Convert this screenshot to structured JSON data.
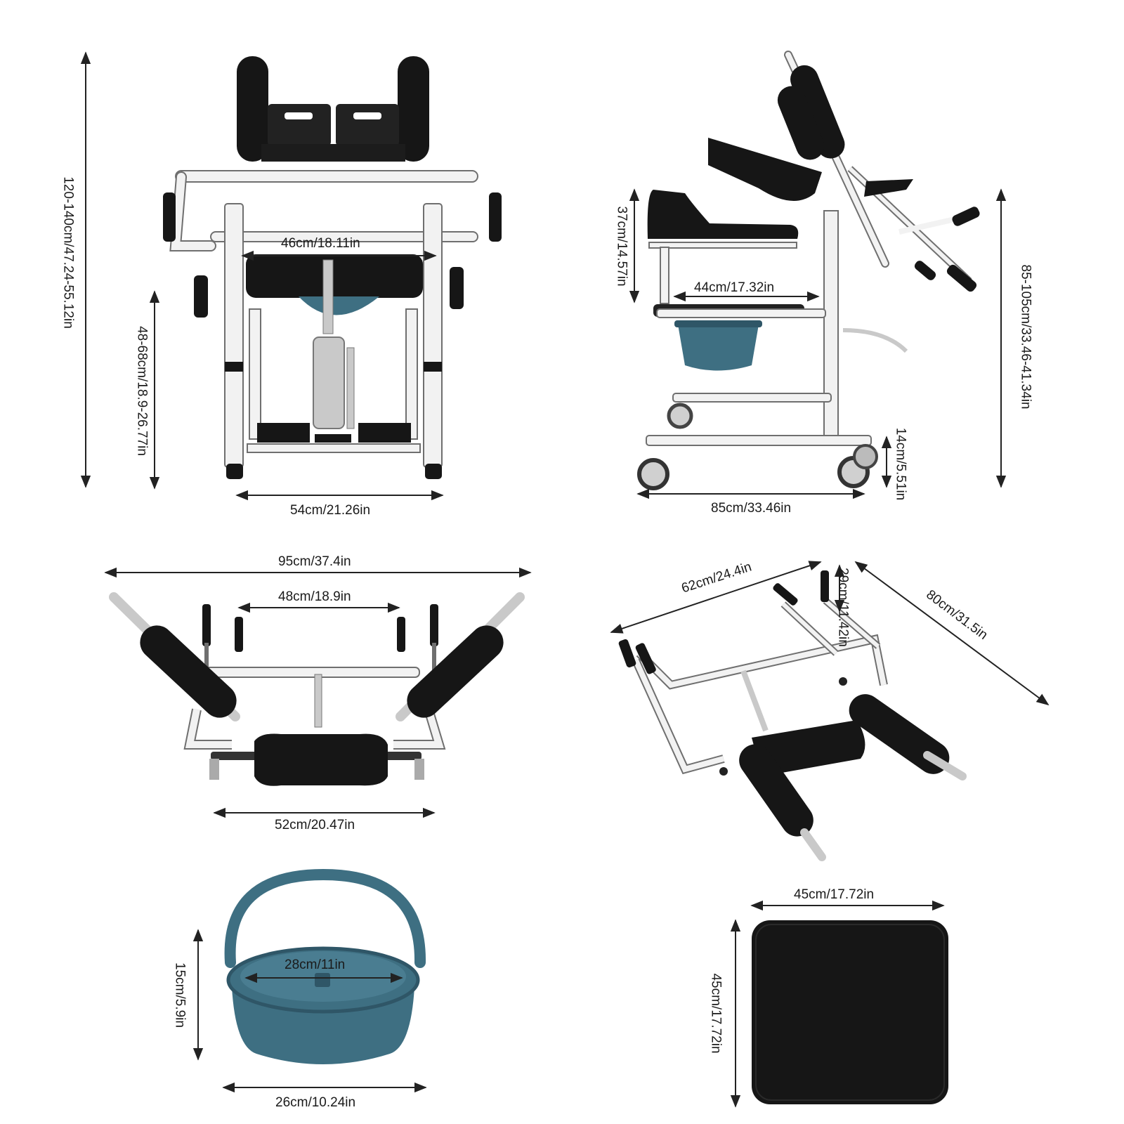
{
  "colors": {
    "frame": "#f2f2f2",
    "frame_edge": "#6f6f6f",
    "foam": "#161616",
    "chrome": "#c9c9c9",
    "bucket": "#3e6f82",
    "bucket_dark": "#2f5667",
    "arrow": "#222222"
  },
  "views": {
    "front": {
      "width_top": "46cm/18.11in",
      "width_base": "54cm/21.26in",
      "height_total": "120-140cm/47.24-55.12in",
      "seat_height": "48-68cm/18.9-26.77in"
    },
    "side": {
      "back_height": "37cm/14.57in",
      "seat_depth": "44cm/17.32in",
      "base_length": "85cm/33.46in",
      "ground_clearance": "14cm/5.51in",
      "overall_height": "85-105cm/33.46-41.34in"
    },
    "top": {
      "overall_width": "95cm/37.4in",
      "inner_width": "48cm/18.9in",
      "base_width": "52cm/20.47in"
    },
    "angled": {
      "width": "62cm/24.4in",
      "handle_height": "29cm/11.42in",
      "diagonal": "80cm/31.5in"
    },
    "bucket": {
      "diameter": "28cm/11in",
      "height": "15cm/5.9in",
      "base_width": "26cm/10.24in"
    },
    "cushion": {
      "width": "45cm/17.72in",
      "height": "45cm/17.72in"
    }
  }
}
